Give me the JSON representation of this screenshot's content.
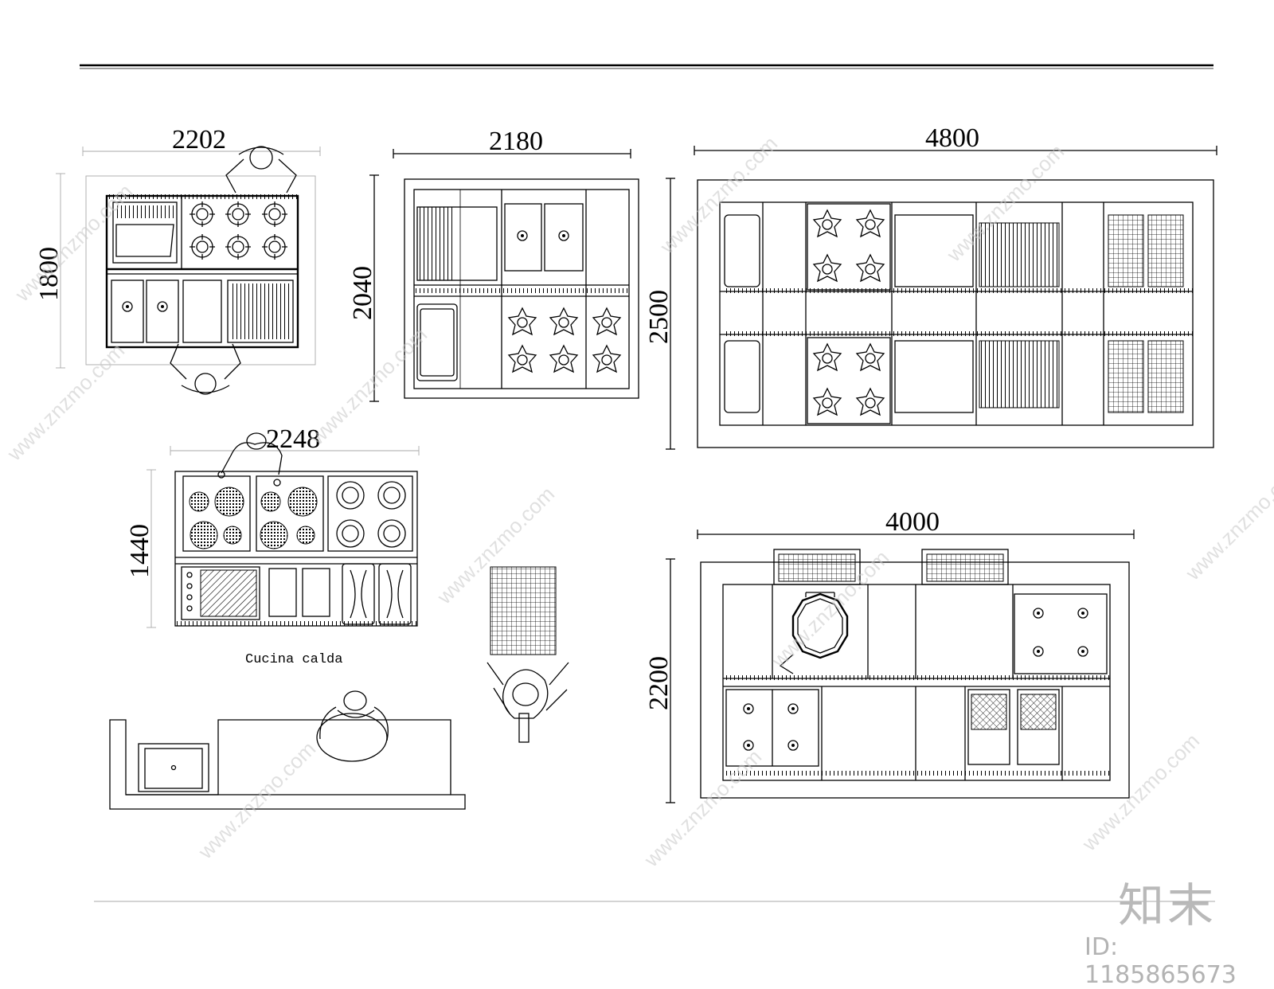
{
  "dimensions": {
    "unit_a_width": "2202",
    "unit_a_depth": "1800",
    "unit_b_width": "2180",
    "unit_b_depth": "2040",
    "unit_c_width": "4800",
    "unit_c_depth": "2500",
    "unit_d_width": "2248",
    "unit_d_depth": "1440",
    "unit_e_width": "4000",
    "unit_e_depth": "2200"
  },
  "labels": {
    "station_caption": "Cucina calda"
  },
  "watermark": {
    "text": "www.znzmo.com",
    "brand": "知末",
    "id": "ID: 1185865673"
  },
  "colors": {
    "line": "#000000",
    "watermark": "#c8c8c8"
  }
}
